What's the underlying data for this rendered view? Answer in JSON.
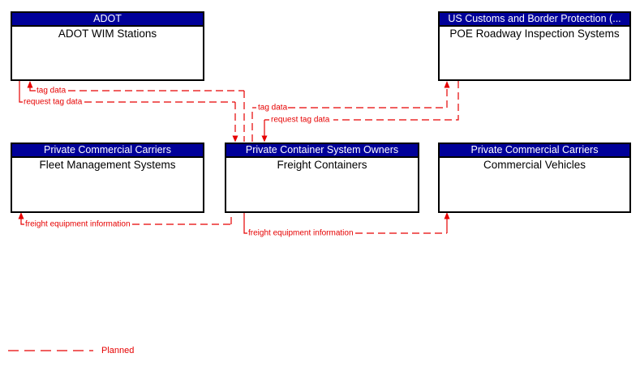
{
  "diagram": {
    "colors": {
      "header_bg": "#000099",
      "header_text": "#ffffff",
      "box_border": "#000000",
      "flow_red": "#e60000",
      "background": "#ffffff"
    },
    "entities": [
      {
        "org": "ADOT",
        "name": "ADOT WIM Stations"
      },
      {
        "org": "US Customs and Border Protection (...",
        "name": "POE Roadway Inspection Systems"
      },
      {
        "org": "Private Commercial Carriers",
        "name": "Fleet Management Systems"
      },
      {
        "org": "Private Container System Owners",
        "name": "Freight Containers"
      },
      {
        "org": "Private Commercial Carriers",
        "name": "Commercial Vehicles"
      }
    ],
    "flows": [
      {
        "label": "tag data",
        "from": "Freight Containers",
        "to": "ADOT WIM Stations",
        "status": "planned"
      },
      {
        "label": "request tag data",
        "from": "ADOT WIM Stations",
        "to": "Freight Containers",
        "status": "planned"
      },
      {
        "label": "tag data",
        "from": "Freight Containers",
        "to": "POE Roadway Inspection Systems",
        "status": "planned"
      },
      {
        "label": "request tag data",
        "from": "POE Roadway Inspection Systems",
        "to": "Freight Containers",
        "status": "planned"
      },
      {
        "label": "freight equipment information",
        "from": "Freight Containers",
        "to": "Fleet Management Systems",
        "status": "planned"
      },
      {
        "label": "freight equipment information",
        "from": "Freight Containers",
        "to": "Commercial Vehicles",
        "status": "planned"
      }
    ],
    "legend": {
      "label": "Planned",
      "line_style": "red-dashed"
    }
  }
}
